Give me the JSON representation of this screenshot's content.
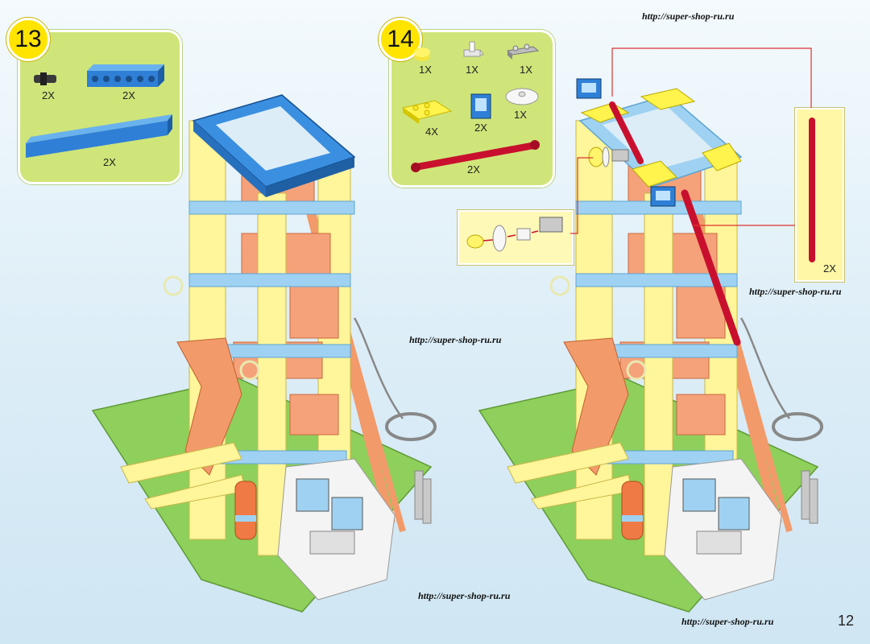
{
  "page_number": "12",
  "watermark_url": "http://super-shop-ru.ru",
  "steps": [
    {
      "number": "13",
      "parts": [
        {
          "icon": "axle-pin-icon",
          "qty": "2X"
        },
        {
          "icon": "technic-beam-blue-short-icon",
          "qty": "2X"
        },
        {
          "icon": "technic-beam-blue-long-icon",
          "qty": "2X"
        }
      ]
    },
    {
      "number": "14",
      "parts": [
        {
          "icon": "round-plate-yellow-icon",
          "qty": "1X"
        },
        {
          "icon": "clip-plate-white-icon",
          "qty": "1X"
        },
        {
          "icon": "plate-gray-icon",
          "qty": "1X"
        },
        {
          "icon": "wedge-plate-yellow-icon",
          "qty": "4X"
        },
        {
          "icon": "window-frame-blue-icon",
          "qty": "2X"
        },
        {
          "icon": "dish-white-icon",
          "qty": "1X"
        },
        {
          "icon": "bar-red-icon",
          "qty": "2X"
        }
      ],
      "callout_qty": "2X"
    }
  ],
  "colors": {
    "panel": "#cfe57a",
    "badge": "#ffe400",
    "baseplate": "#8fcf5b",
    "yellow_brick": "#fff59a",
    "blue_beam": "#3a8fe0",
    "light_blue": "#9fd2f2",
    "orange": "#f29a6a",
    "red_bar": "#c8102e"
  }
}
